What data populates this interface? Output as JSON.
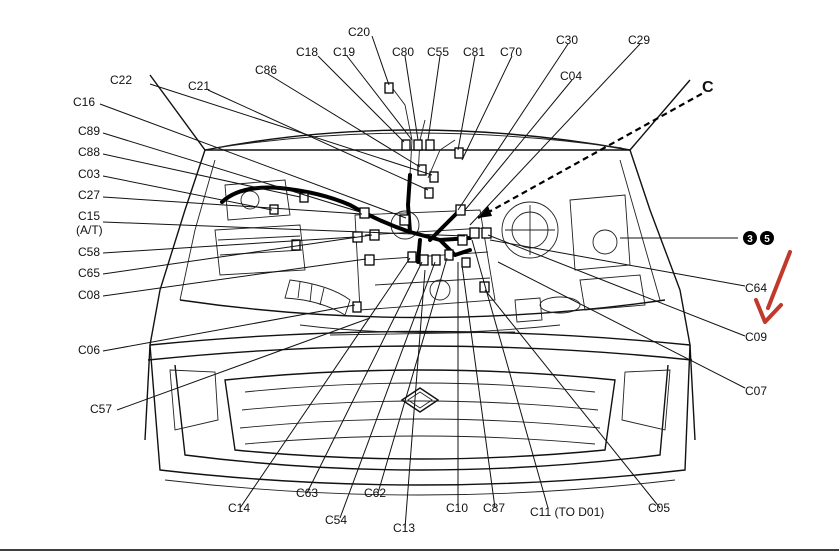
{
  "diagram": {
    "callout_letter": "C",
    "symbols": [
      "3",
      "5"
    ],
    "accent_color": "#c0392b",
    "labels": {
      "C20": "C20",
      "C18": "C18",
      "C19": "C19",
      "C80": "C80",
      "C55": "C55",
      "C81": "C81",
      "C70": "C70",
      "C30": "C30",
      "C29": "C29",
      "C04": "C04",
      "C86": "C86",
      "C22": "C22",
      "C21": "C21",
      "C16": "C16",
      "C89": "C89",
      "C88": "C88",
      "C03": "C03",
      "C27": "C27",
      "C15": "C15",
      "AT": "(A/T)",
      "C58": "C58",
      "C65": "C65",
      "C08": "C08",
      "C06": "C06",
      "C57": "C57",
      "C14": "C14",
      "C63": "C63",
      "C54": "C54",
      "C62": "C62",
      "C13": "C13",
      "C10": "C10",
      "C87": "C87",
      "C11": "C11 (TO D01)",
      "C05": "C05",
      "C07": "C07",
      "C09": "C09",
      "C64": "C64"
    }
  }
}
